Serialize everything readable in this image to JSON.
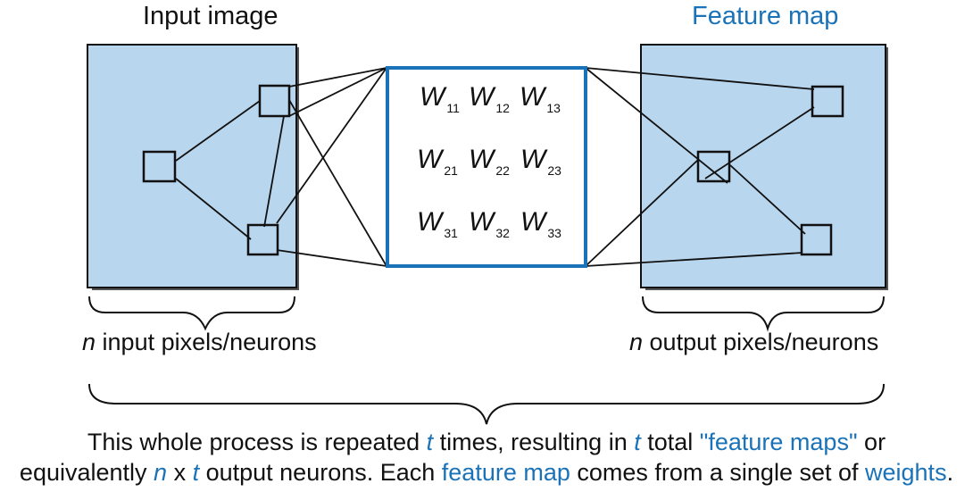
{
  "titles": {
    "input": "Input image",
    "feature": "Feature map"
  },
  "labels": {
    "n": "n",
    "input_pixels": " input pixels/neurons",
    "output_pixels": " output pixels/neurons"
  },
  "weights": [
    {
      "letter": "W",
      "sub": "11"
    },
    {
      "letter": "W",
      "sub": "12"
    },
    {
      "letter": "W",
      "sub": "13"
    },
    {
      "letter": "W",
      "sub": "21"
    },
    {
      "letter": "W",
      "sub": "22"
    },
    {
      "letter": "W",
      "sub": "23"
    },
    {
      "letter": "W",
      "sub": "31"
    },
    {
      "letter": "W",
      "sub": "32"
    },
    {
      "letter": "W",
      "sub": "33"
    }
  ],
  "caption": {
    "l1_a": "This whole process is repeated ",
    "l1_t1": "t",
    "l1_b": " times, resulting in ",
    "l1_t2": "t",
    "l1_c": " total ",
    "l1_fm": "\"feature maps\"",
    "l1_d": " or",
    "l2_a": "equivalently ",
    "l2_n": "n",
    "l2_x": " x ",
    "l2_t": "t",
    "l2_b": " output neurons. Each ",
    "l2_fm": "feature map",
    "l2_c": " comes from a single set of ",
    "l2_w": "weights",
    "l2_d": "."
  },
  "colors": {
    "panel_fill": "#b8d6ee",
    "accent": "#1a73b8"
  }
}
